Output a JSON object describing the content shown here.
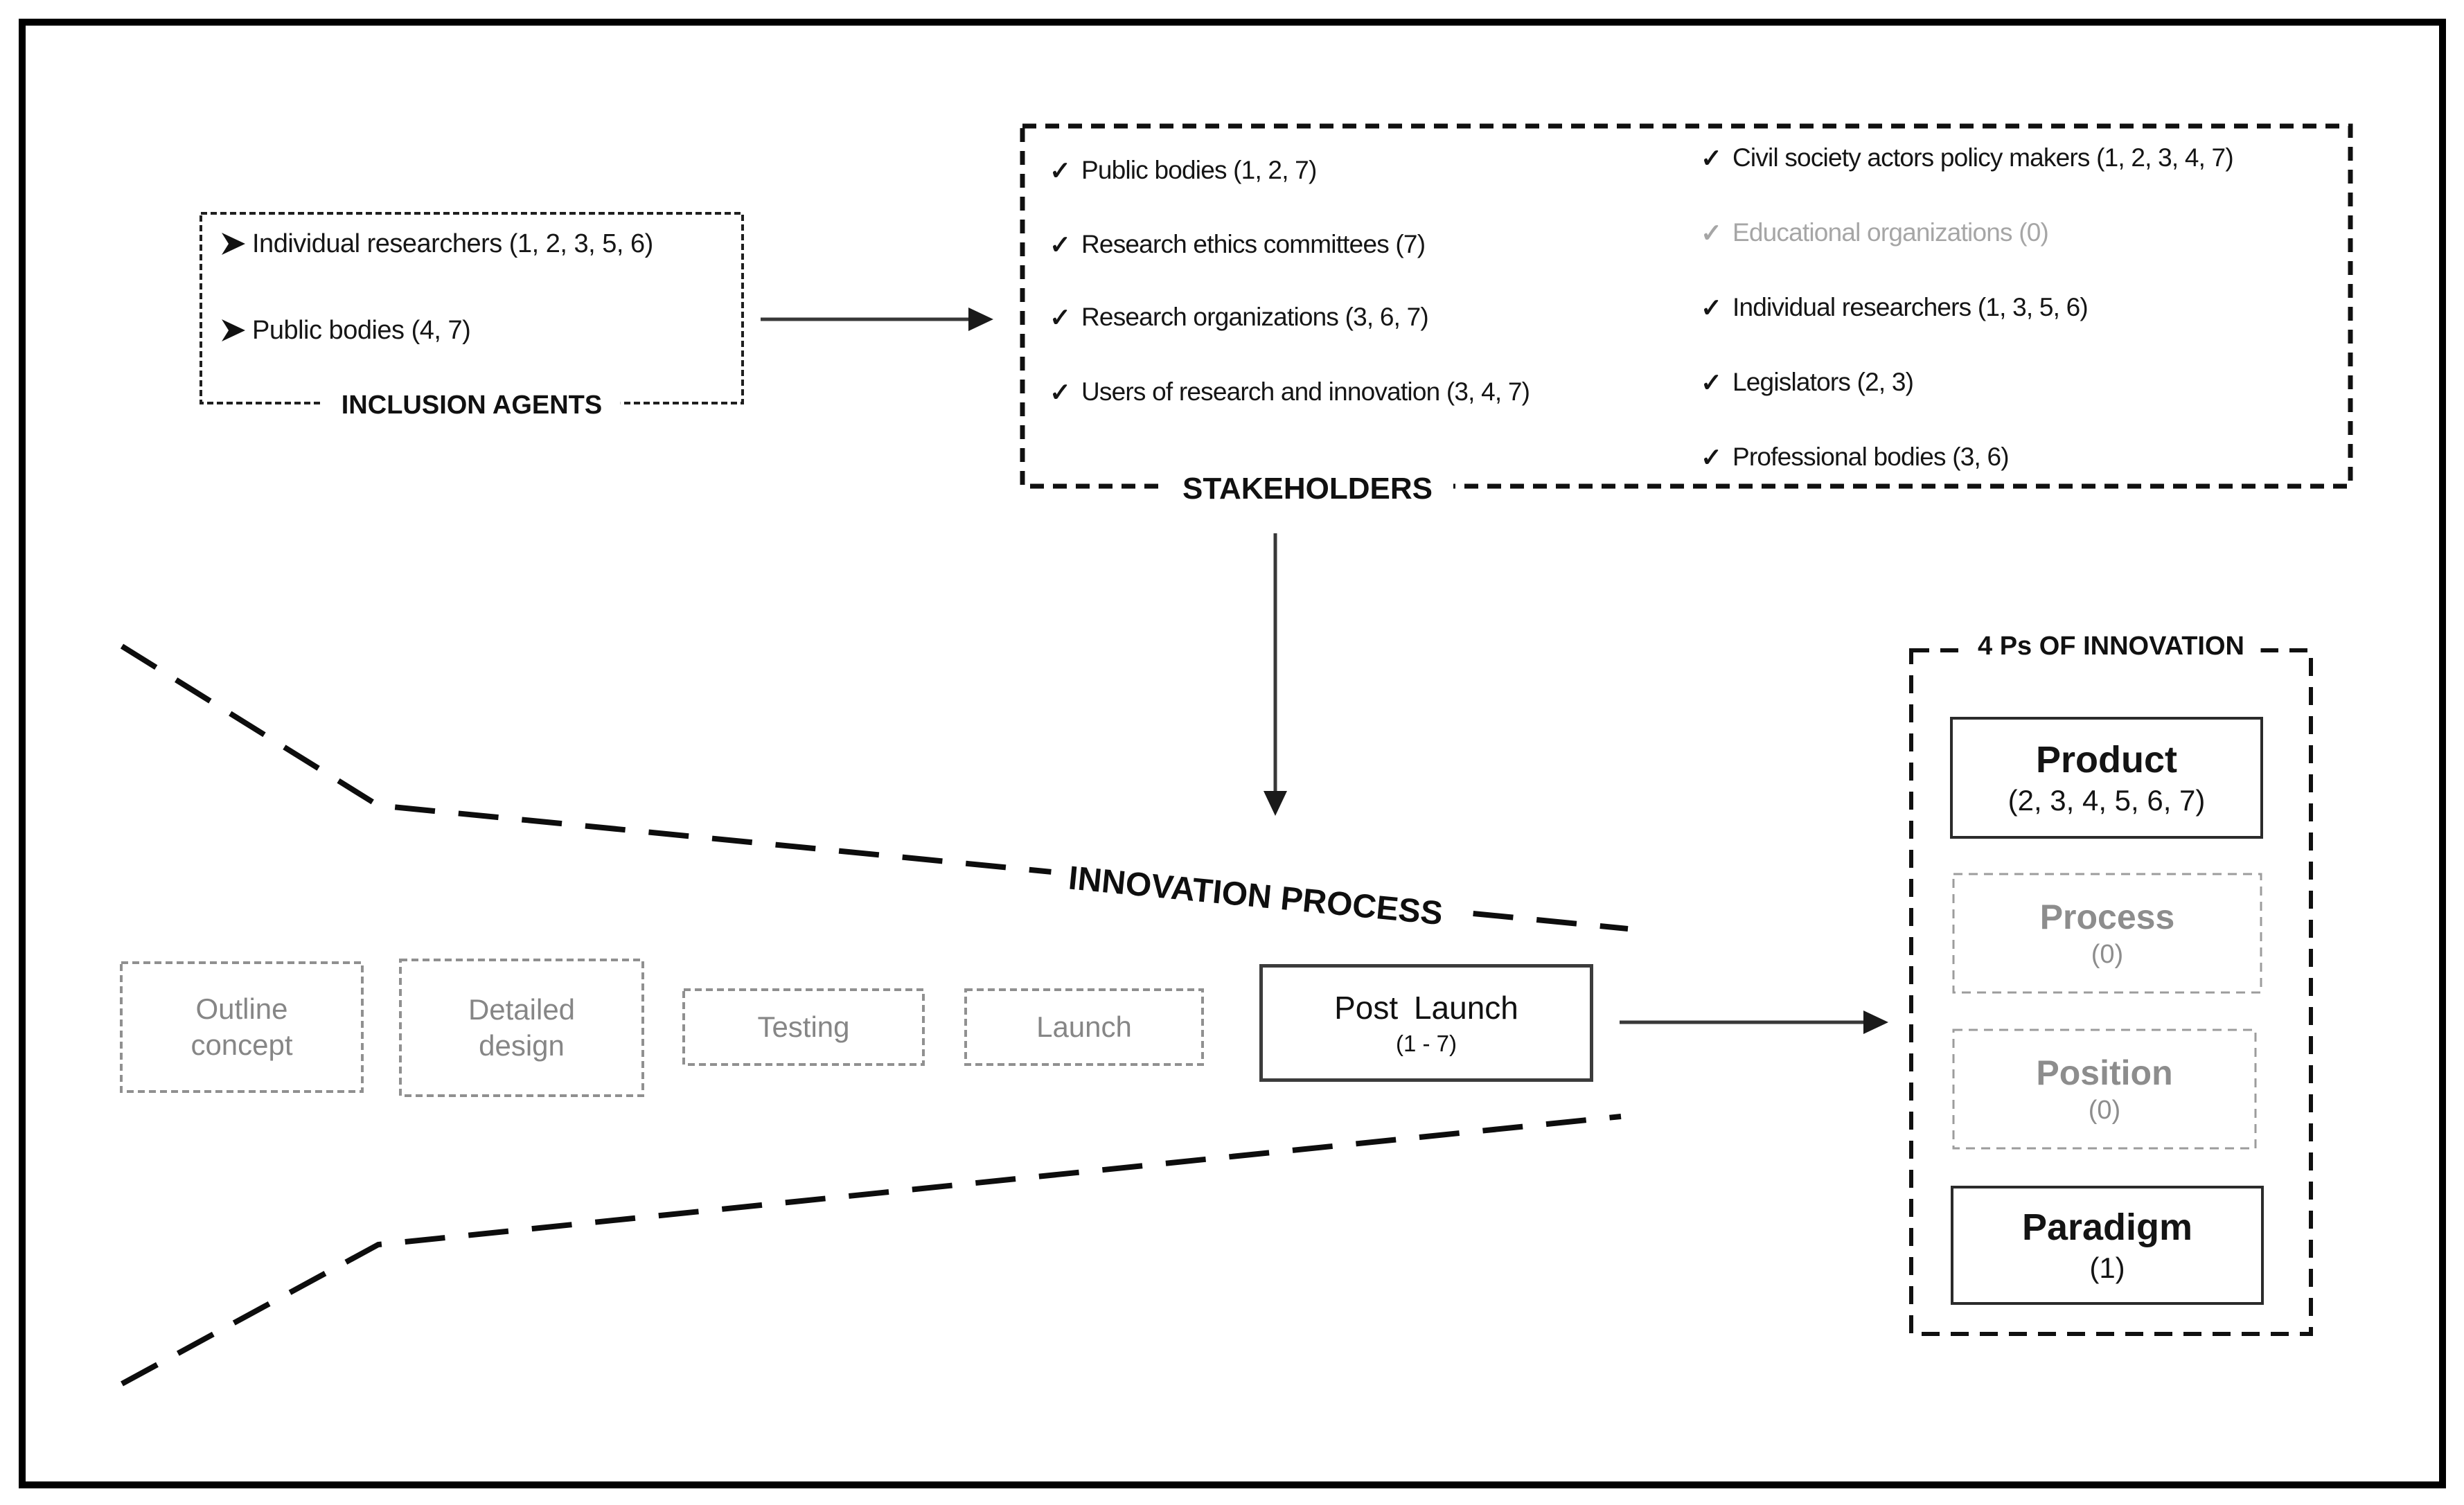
{
  "colors": {
    "ink": "#1a1a1a",
    "muted_text": "#868686",
    "faint_text": "#a6a6a6",
    "arrow": "#383838",
    "gray_border": "#909090",
    "black_border": "#101010"
  },
  "inclusion_agents": {
    "title": "INCLUSION AGENTS",
    "bullet_icon": "arrowhead-right",
    "items": [
      {
        "label": "Individual researchers (1, 2, 3, 5, 6)"
      },
      {
        "label": "Public bodies (4, 7)"
      }
    ]
  },
  "stakeholders": {
    "title": "STAKEHOLDERS",
    "check_icon": "✓",
    "column_left": [
      {
        "label": "Public bodies (1, 2, 7)"
      },
      {
        "label": "Research ethics committees (7)"
      },
      {
        "label": "Research organizations (3, 6, 7)"
      },
      {
        "label": "Users of research and innovation (3, 4, 7)"
      }
    ],
    "column_right": [
      {
        "label": "Civil society actors policy makers (1, 2, 3, 4, 7)"
      },
      {
        "label": "Educational organizations (0)",
        "muted": true
      },
      {
        "label": "Individual researchers (1, 3, 5, 6)"
      },
      {
        "label": "Legislators (2, 3)"
      },
      {
        "label": "Professional bodies (3, 6)"
      }
    ]
  },
  "innovation_process": {
    "label": "INNOVATION PROCESS",
    "stages": [
      {
        "label": "Outline concept"
      },
      {
        "label": "Detailed design"
      },
      {
        "label": "Testing"
      },
      {
        "label": "Launch"
      }
    ],
    "post_launch": {
      "label": "Post Launch",
      "sub": "(1 - 7)"
    }
  },
  "four_ps": {
    "title": "4 Ps OF INNOVATION",
    "items": [
      {
        "label": "Product",
        "sub": "(2, 3, 4, 5, 6, 7)"
      },
      {
        "label": "Process",
        "sub": "(0)",
        "muted": true
      },
      {
        "label": "Position",
        "sub": "(0)",
        "muted": true
      },
      {
        "label": "Paradigm",
        "sub": "(1)"
      }
    ]
  }
}
